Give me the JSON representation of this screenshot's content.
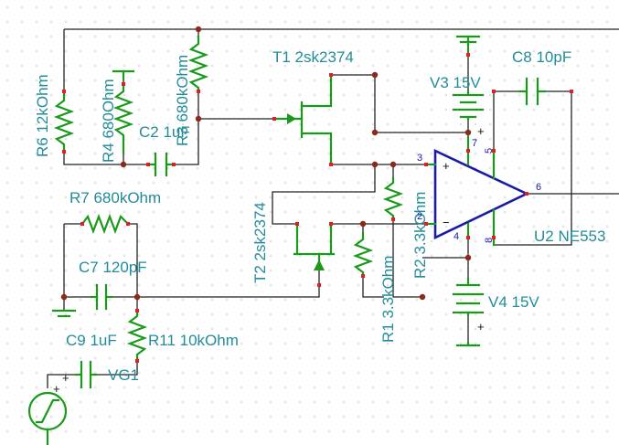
{
  "labels": {
    "r6": "R6 12kOhm",
    "r4": "R4 680Ohm",
    "r3": "R3 680kOhm",
    "c2": "C2 1uF",
    "t1": "T1 2sk2374",
    "v3": "V3 15V",
    "c8": "C8 10pF",
    "r7": "R7 680kOhm",
    "t2": "T2 2sk2374",
    "c7": "C7 120pF",
    "r1": "R1 3.3kOhm",
    "r2": "R2 3.3kOhm",
    "u2": "U2 NE553",
    "v4": "V4 15V",
    "c9": "C9 1uF",
    "r11": "R11 10kOhm",
    "vg1": "VG1"
  },
  "pins": {
    "p7": "7",
    "p5": "5",
    "p3": "3",
    "p2": "2",
    "p6": "6",
    "p4": "4",
    "p8": "8"
  },
  "signs": {
    "opamp_plus": "+",
    "opamp_minus": "−",
    "v3_plus": "+",
    "v4_plus": "+",
    "c9_plus": "+",
    "vg1_plus": "+"
  },
  "colors": {
    "wire": "#222222",
    "component": "#1a9a1a",
    "opamp": "#1a1aa8",
    "label": "#238c9a",
    "junction": "#8b2a1a",
    "terminal": "#e02020",
    "grid_dot": "#b8b8b8"
  }
}
